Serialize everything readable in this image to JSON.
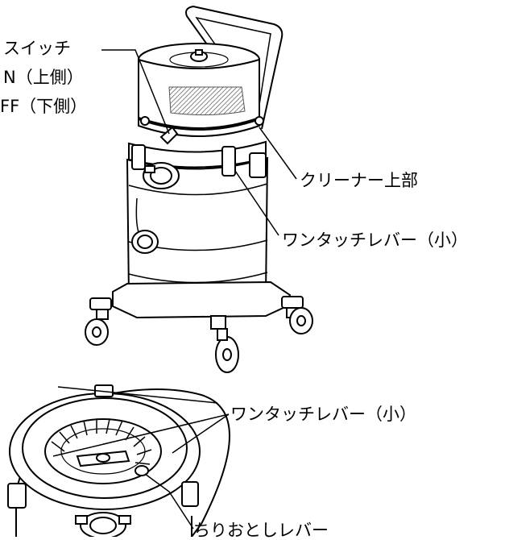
{
  "labels": {
    "switch": "スイッチ",
    "on_upper": "N（上側）",
    "off_lower": "FF（下側）",
    "cleaner_top": "クリーナー上部",
    "lever_small_1": "ワンタッチレバー（小）",
    "lever_small_2": "ワンタッチレバー（小）",
    "dust_lever": "ちりおとしレバー"
  },
  "colors": {
    "line": "#000000",
    "fill": "#ffffff",
    "mesh": "#555555"
  }
}
